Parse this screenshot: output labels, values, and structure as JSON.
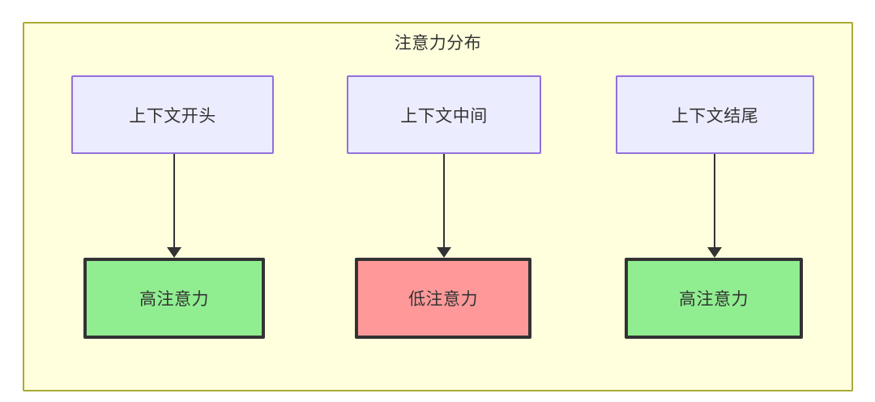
{
  "diagram": {
    "title": "注意力分布",
    "colors": {
      "container_fill": "#ffffde",
      "container_border": "#aaaa33",
      "source_fill": "#ececff",
      "source_border": "#9370db",
      "high_fill": "#90ee90",
      "low_fill": "#ff9999",
      "node_border_dark": "#333333",
      "text": "#333333",
      "edge": "#333333"
    },
    "nodes": {
      "context_start": "上下文开头",
      "context_middle": "上下文中间",
      "context_end": "上下文结尾",
      "attention_high_left": "高注意力",
      "attention_low_middle": "低注意力",
      "attention_high_right": "高注意力"
    },
    "edges": [
      {
        "from": "上下文开头",
        "to": "高注意力",
        "label": ""
      },
      {
        "from": "上下文中间",
        "to": "低注意力",
        "label": ""
      },
      {
        "from": "上下文结尾",
        "to": "高注意力",
        "label": ""
      }
    ]
  }
}
